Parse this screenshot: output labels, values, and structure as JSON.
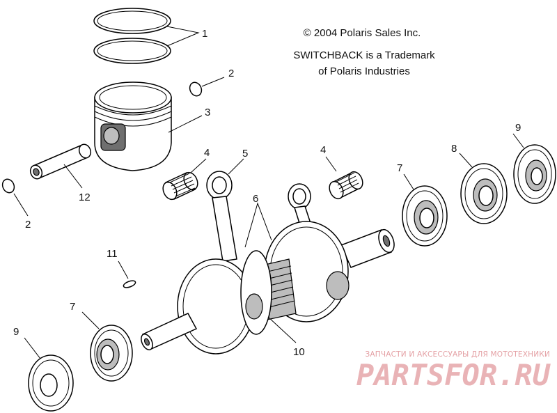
{
  "notice": {
    "copyright": "© 2004 Polaris Sales Inc.",
    "trademark_line1": "SWITCHBACK is a Trademark",
    "trademark_line2": "of Polaris Industries"
  },
  "callouts": {
    "piston_rings": "1",
    "circlip_right": "2",
    "circlip_left": "2",
    "piston": "3",
    "bearing_left": "4",
    "bearing_right": "4",
    "connecting_rod": "5",
    "crank_washers": "6",
    "seal_left": "7",
    "seal_right": "7",
    "bearing_housing": "8",
    "dust_cover_right": "9",
    "dust_cover_left": "9",
    "crankshaft": "10",
    "woodruff_key": "11",
    "piston_pin": "12"
  },
  "watermark": {
    "subtitle": "ЗАПЧАСТИ И АКСЕССУАРЫ ДЛЯ МОТОТЕХНИКИ",
    "brand": "PARTSFOR.RU"
  }
}
